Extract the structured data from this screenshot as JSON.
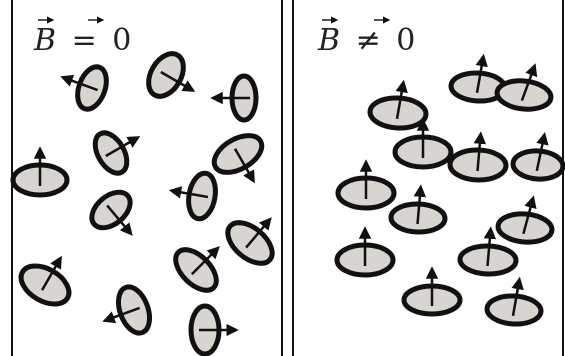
{
  "panels": [
    {
      "label_vec": "B",
      "label_rel": "=",
      "label_rhs": "0"
    },
    {
      "label_vec": "B",
      "label_rel": "≠",
      "label_rhs": "0"
    }
  ],
  "colors": {
    "background": "#ffffff",
    "dipole_fill": "#d8d4d0",
    "stroke": "#111111",
    "divider": "#111111"
  },
  "icons": {
    "dipole": "current-loop-with-moment-arrow-icon"
  }
}
